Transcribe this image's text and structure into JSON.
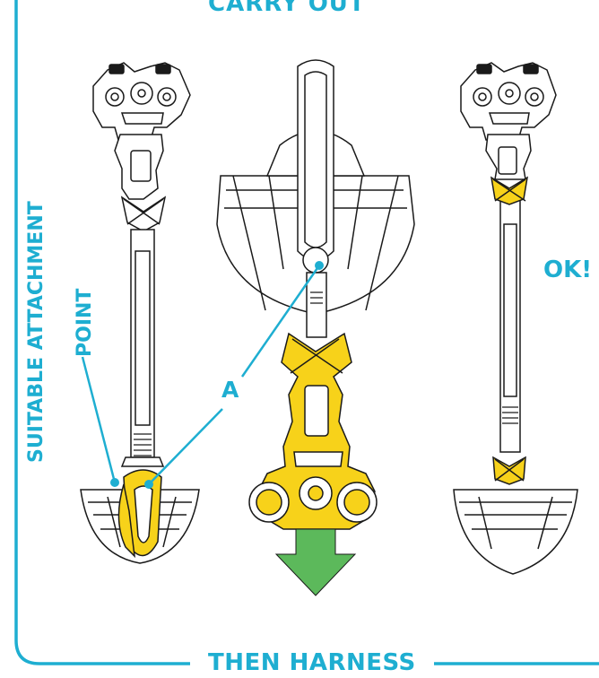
{
  "diagram": {
    "top_label": "CARRY OUT",
    "bottom_label": "THEN HARNESS",
    "ok_label": "OK!",
    "callout_label": "A",
    "attachment_label_line1": "SUITABLE ATTACHMENT",
    "attachment_label_line2": "POINT"
  },
  "colors": {
    "accent": "#1eaed1",
    "highlight": "#f7d21a",
    "arrow": "#5cb95b",
    "line": "#1a1a1a"
  }
}
